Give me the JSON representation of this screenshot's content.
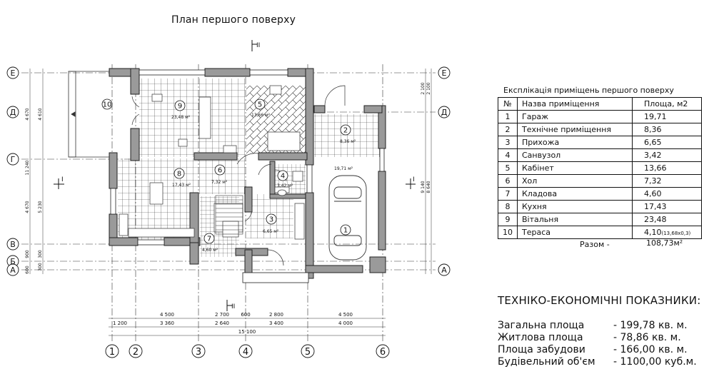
{
  "plan_title": "План першого поверху",
  "section_marks": [
    "II",
    "II",
    "I",
    "I"
  ],
  "axes_horizontal": [
    "Е",
    "Д",
    "Г",
    "В",
    "Б",
    "А"
  ],
  "axes_vertical": [
    "1",
    "2",
    "3",
    "4",
    "5",
    "6"
  ],
  "dims_left_outer": [
    "4 670",
    "11 240",
    "4 670",
    "900",
    "600"
  ],
  "dims_left_inner": [
    "4 610",
    "5 230",
    "300",
    "300"
  ],
  "dims_right": [
    "2 100",
    "2 100",
    "9 140",
    "8 640"
  ],
  "dims_bottom_row1": [
    "4 500",
    "2 700",
    "600",
    "2 800",
    "4 500"
  ],
  "dims_bottom_row2": [
    "1 200",
    "3 360",
    "2 640",
    "3 400",
    "4 000"
  ],
  "dims_bottom_total": "15 100",
  "rooms": [
    {
      "num": "1",
      "area": "19,71 м²"
    },
    {
      "num": "2",
      "area": "8,36 м²"
    },
    {
      "num": "3",
      "area": "6,65 м²"
    },
    {
      "num": "4",
      "area": "3,42 м²"
    },
    {
      "num": "5",
      "area": "13,66 м²"
    },
    {
      "num": "6",
      "area": "7,32 м²"
    },
    {
      "num": "7",
      "area": "4,60 м²"
    },
    {
      "num": "8",
      "area": "17,43 м²"
    },
    {
      "num": "9",
      "area": "23,48 м²"
    },
    {
      "num": "10",
      "area": ""
    }
  ],
  "explication": {
    "title": "Експлікація приміщень першого поверху",
    "headers": [
      "№",
      "Назва приміщення",
      "Площа, м2"
    ],
    "rows": [
      {
        "num": "1",
        "name": "Гараж",
        "area": "19,71",
        "note": ""
      },
      {
        "num": "2",
        "name": "Технічне приміщення",
        "area": "8,36",
        "note": ""
      },
      {
        "num": "3",
        "name": "Прихожа",
        "area": "6,65",
        "note": ""
      },
      {
        "num": "4",
        "name": "Санвузол",
        "area": "3,42",
        "note": ""
      },
      {
        "num": "5",
        "name": "Кабінет",
        "area": "13,66",
        "note": ""
      },
      {
        "num": "6",
        "name": "Хол",
        "area": "7,32",
        "note": ""
      },
      {
        "num": "7",
        "name": "Кладова",
        "area": "4,60",
        "note": ""
      },
      {
        "num": "8",
        "name": "Кухня",
        "area": "17,43",
        "note": ""
      },
      {
        "num": "9",
        "name": "Вітальня",
        "area": "23,48",
        "note": ""
      },
      {
        "num": "10",
        "name": "Тераса",
        "area": "4,10",
        "note": "(13,68x0,3)"
      }
    ],
    "total_label": "Разом -",
    "total_value": "108,73м²"
  },
  "tei": {
    "title": "ТЕХНІКО-ЕКОНОМІЧНІ ПОКАЗНИКИ:",
    "rows": [
      {
        "label": "Загальна площа",
        "value": "- 199,78 кв. м."
      },
      {
        "label": "Житлова площа",
        "value": "- 78,86 кв. м."
      },
      {
        "label": "Площа забудови",
        "value": "- 166,00 кв. м."
      },
      {
        "label": "Будівельний об'єм",
        "value": "- 1100,00 куб.м."
      }
    ]
  }
}
